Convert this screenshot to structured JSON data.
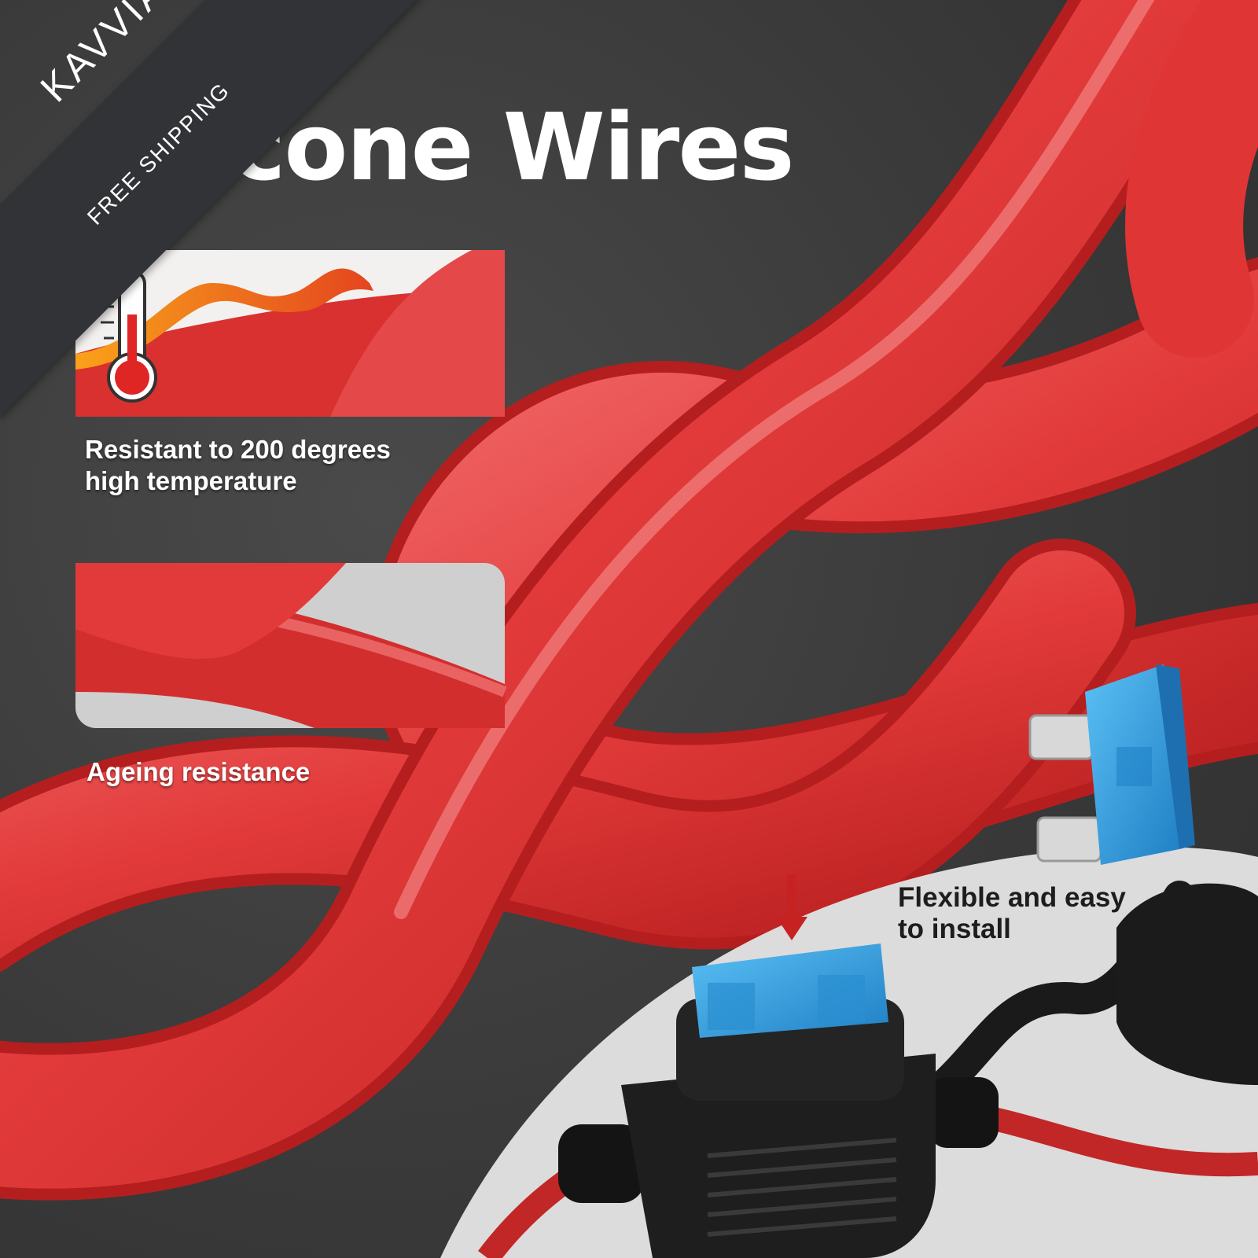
{
  "title": "icone Wires",
  "ribbon": {
    "brand": "KAVVIAN",
    "subtitle": "FREE SHIPPING"
  },
  "features": [
    {
      "line1": "Resistant to 200 degrees",
      "line2": "high temperature"
    },
    {
      "line1": "Ageing resistance"
    },
    {
      "line1": "Flexible and easy",
      "line2": "to install"
    }
  ],
  "colors": {
    "wire_red": "#e03535",
    "wire_highlight": "#f07070",
    "fuse_blue": "#2f9be0",
    "holder_black": "#1b1b1b",
    "background": "#3f3f3f"
  },
  "icons": [
    "thermometer-icon",
    "down-arrow-icon",
    "blade-fuse-icon",
    "fuse-holder-icon"
  ]
}
